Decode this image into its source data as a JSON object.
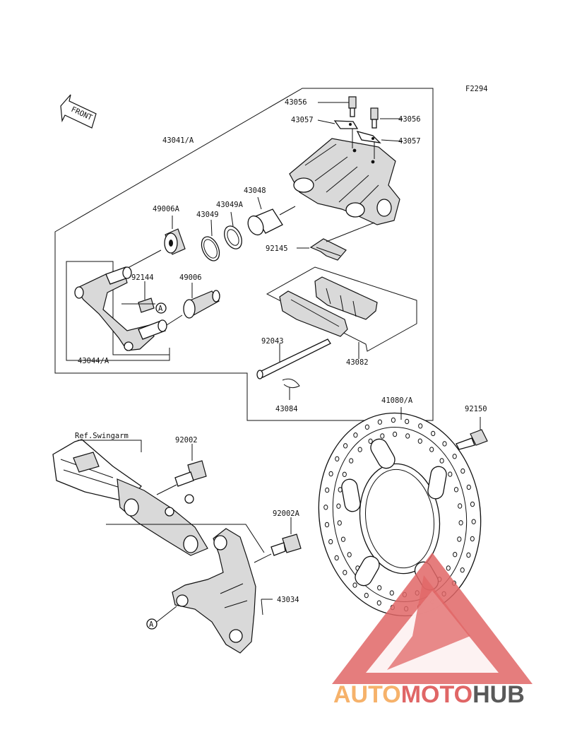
{
  "figure_code": "F2294",
  "front_arrow_label": "FRONT",
  "reference_label": "Ref.Swingarm",
  "callout_marker": "A",
  "part_numbers": {
    "bleeder_right": "43056",
    "bleeder_cap_right": "43057",
    "bleeder_left": "43056",
    "bleeder_cap_left": "43057",
    "caliper_assy": "43041/A",
    "boot_a": "49006A",
    "piston_seal": "43049",
    "dust_seal": "43049A",
    "piston": "43048",
    "pad_spring": "92145",
    "bracket_clip": "92144",
    "boot": "49006",
    "bracket": "43044/A",
    "pad_pin": "92043",
    "pad_set": "43082",
    "pin_clip": "43084",
    "disc": "41080/A",
    "disc_bolt": "92150",
    "bolt": "92002",
    "bolt_a": "92002A",
    "caliper_holder": "43034"
  },
  "watermark": {
    "part1": "AUTO",
    "part2": "MOTO",
    "part3": "HUB",
    "color_orange": "#f6b26b",
    "color_red": "#e06666",
    "color_gray": "#595959"
  }
}
